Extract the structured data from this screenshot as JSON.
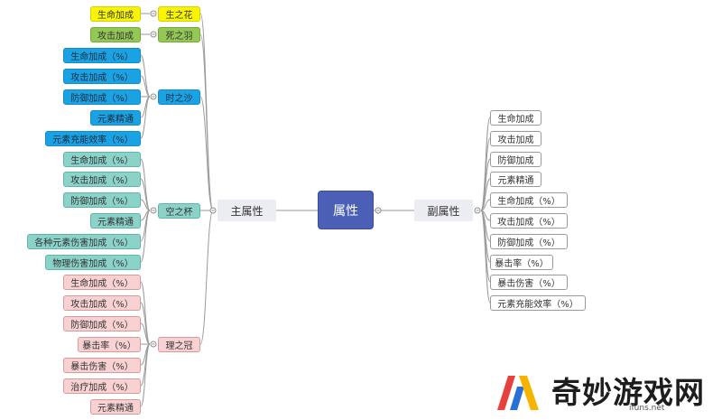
{
  "center": {
    "label": "属性"
  },
  "main_attributes": {
    "label": "主属性",
    "groups": [
      {
        "label": "生之花",
        "color": "yellow",
        "items": [
          "生命加成"
        ]
      },
      {
        "label": "死之羽",
        "color": "green",
        "items": [
          "攻击加成"
        ]
      },
      {
        "label": "时之沙",
        "color": "blue",
        "items": [
          "生命加成（%）",
          "攻击加成（%）",
          "防御加成（%）",
          "元素精通",
          "元素充能效率（%）"
        ]
      },
      {
        "label": "空之杯",
        "color": "teal",
        "items": [
          "生命加成（%）",
          "攻击加成（%）",
          "防御加成（%）",
          "元素精通",
          "各种元素伤害加成（%）",
          "物理伤害加成（%）"
        ]
      },
      {
        "label": "理之冠",
        "color": "pink",
        "items": [
          "生命加成（%）",
          "攻击加成（%）",
          "防御加成（%）",
          "暴击率（%）",
          "暴击伤害（%）",
          "治疗加成（%）",
          "元素精通"
        ]
      }
    ]
  },
  "sub_attributes": {
    "label": "副属性",
    "items": [
      "生命加成",
      "攻击加成",
      "防御加成",
      "元素精通",
      "生命加成（%）",
      "攻击加成（%）",
      "防御加成（%）",
      "暴击率（%）",
      "暴击伤害（%）",
      "元素充能效率（%）"
    ]
  },
  "colors": {
    "center": "#4b5fb6",
    "yellow": "#f9f500",
    "green": "#94c855",
    "blue": "#1aa3e4",
    "teal": "#8bd2c8",
    "pink": "#f8d2d2",
    "line": "#9a9a9a"
  },
  "watermark": {
    "text": "奇妙游戏网",
    "url": "ifuns.net"
  }
}
